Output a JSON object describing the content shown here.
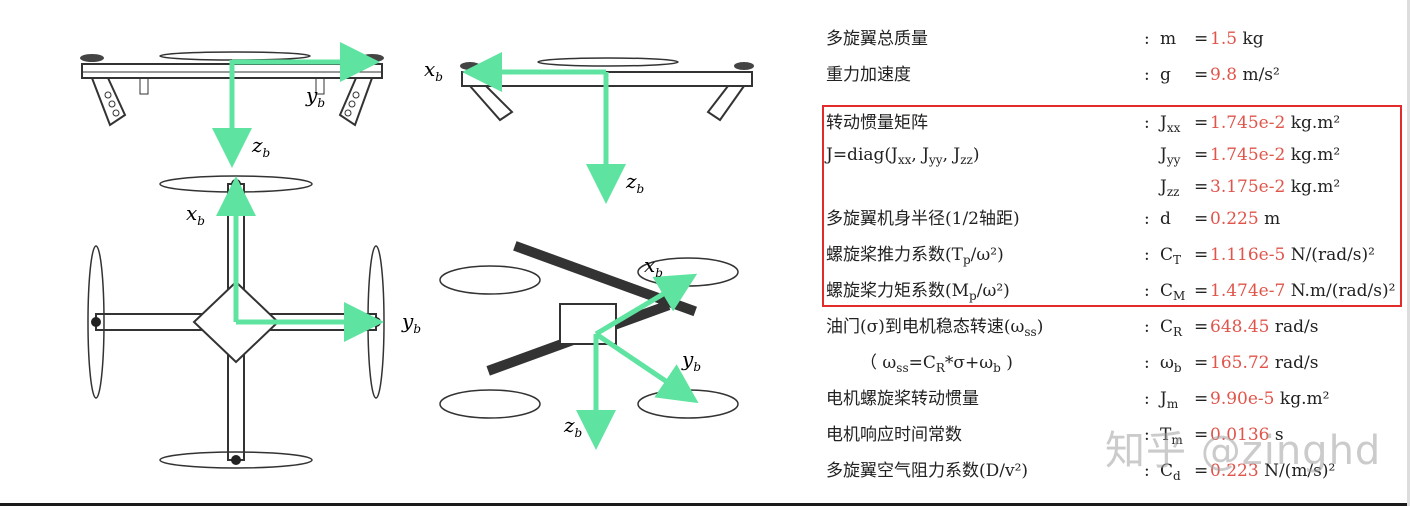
{
  "figure": {
    "axes": {
      "side_view_right": {
        "z": "z",
        "y": "y",
        "sub": "b"
      },
      "side_view_left": {
        "x": "x",
        "z": "z",
        "sub": "b"
      },
      "top_view": {
        "x": "x",
        "y": "y",
        "sub": "b"
      },
      "iso_view": {
        "x": "x",
        "y": "y",
        "z": "z",
        "sub": "b"
      }
    },
    "arrow_color": "#5ee4a0"
  },
  "params": {
    "total_mass": {
      "label": "多旋翼总质量",
      "sym": "m",
      "value": "1.5",
      "unit": "kg"
    },
    "gravity": {
      "label": "重力加速度",
      "sym": "g",
      "value": "9.8",
      "unit": "m/s²"
    },
    "inertia": {
      "label": "转动惯量矩阵",
      "label2": "J=diag(J",
      "label2_sub_xx": "xx",
      "label2_mid1": ", J",
      "label2_sub_yy": "yy",
      "label2_mid2": ", J",
      "label2_sub_zz": "zz",
      "label2_end": ")",
      "jxx": {
        "sym": "J",
        "sub": "xx",
        "value": "1.745e-2",
        "unit": "kg.m²"
      },
      "jyy": {
        "sym": "J",
        "sub": "yy",
        "value": "1.745e-2",
        "unit": "kg.m²"
      },
      "jzz": {
        "sym": "J",
        "sub": "zz",
        "value": "3.175e-2",
        "unit": "kg.m²"
      }
    },
    "radius": {
      "label": "多旋翼机身半径(1/2轴距)",
      "sym": "d",
      "value": "0.225",
      "unit": "m"
    },
    "thrust_coef": {
      "label_a": "螺旋桨推力系数(T",
      "label_sub": "p",
      "label_b": "/ω²)",
      "sym": "C",
      "sub": "T",
      "value": "1.116e-5",
      "unit": "N/(rad/s)²"
    },
    "torque_coef": {
      "label_a": "螺旋桨力矩系数(M",
      "label_sub": "p",
      "label_b": "/ω²)",
      "sym": "C",
      "sub": "M",
      "value": "1.474e-7",
      "unit": "N.m/(rad/s)²"
    },
    "throttle": {
      "label_a": "油门(σ)到电机稳态转速(ω",
      "label_sub": "ss",
      "label_b": ")",
      "sym": "C",
      "sub": "R",
      "value": "648.45",
      "unit": "rad/s"
    },
    "omega_b": {
      "label_a": "（ ω",
      "label_sub1": "ss",
      "label_mid": "=C",
      "label_sub2": "R",
      "label_b": "*σ+ω",
      "label_sub3": "b",
      "label_c": " )",
      "sym": "ω",
      "sub": "b",
      "value": "165.72",
      "unit": "rad/s"
    },
    "motor_inertia": {
      "label": "电机螺旋桨转动惯量",
      "sym": "J",
      "sub": "m",
      "value": "9.90e-5",
      "unit": "kg.m²"
    },
    "motor_time": {
      "label": "电机响应时间常数",
      "sym": "T",
      "sub": "m",
      "value": "0.0136",
      "unit": "s"
    },
    "drag": {
      "label": "多旋翼空气阻力系数(D/v²)",
      "sym": "C",
      "sub": "d",
      "value": "0.223",
      "unit": "N/(m/s)²"
    }
  },
  "watermark": "知乎 @zinghd",
  "colors": {
    "value": "#e0544a",
    "box": "#e32b2b",
    "arrow": "#5ee4a0"
  }
}
